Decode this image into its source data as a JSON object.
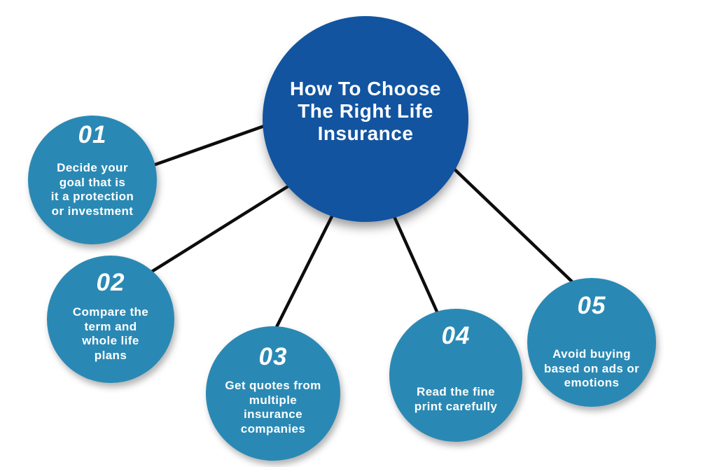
{
  "title": "How To Choose\nThe Right Life\nInsurance",
  "colors": {
    "center_circle": "#1254A0",
    "node_circle": "#2A89B4",
    "text": "#FFFFFF",
    "connector": "#0D0D0D",
    "background": "#FFFFFF"
  },
  "nodes": [
    {
      "number": "01",
      "text": "Decide your\ngoal that is\nit a protection\nor investment"
    },
    {
      "number": "02",
      "text": "Compare the\nterm and\nwhole life\nplans"
    },
    {
      "number": "03",
      "text": "Get quotes from\nmultiple\ninsurance\ncompanies"
    },
    {
      "number": "04",
      "text": "Read the fine\nprint carefully"
    },
    {
      "number": "05",
      "text": "Avoid buying\nbased on ads or\nemotions"
    }
  ]
}
